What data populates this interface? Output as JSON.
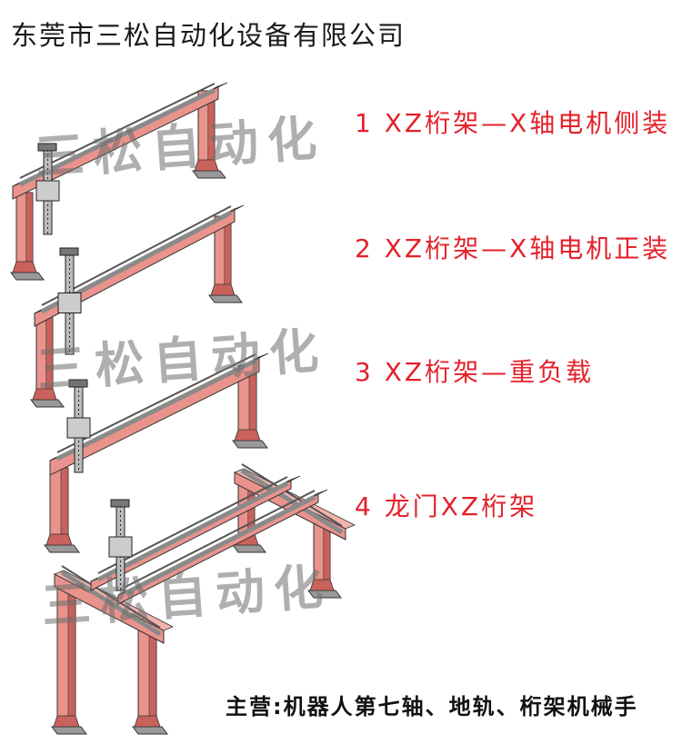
{
  "title": "东莞市三松自动化设备有限公司",
  "products": [
    {
      "label": "1 XZ桁架—X轴电机侧装"
    },
    {
      "label": "2 XZ桁架—X轴电机正装"
    },
    {
      "label": "3 XZ桁架—重负载"
    },
    {
      "label": "4 龙门XZ桁架"
    }
  ],
  "watermark": "三松自动化",
  "footer": "主营:机器人第七轴、地轨、桁架机械手",
  "colors": {
    "frame": "#e9938c",
    "frame_dark": "#c9625c",
    "rail": "#8a8a8a",
    "label": "#e4202a"
  }
}
